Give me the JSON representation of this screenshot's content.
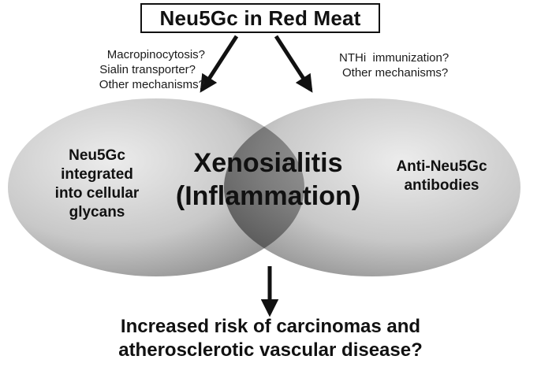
{
  "title": "Neu5Gc in Red Meat",
  "left_notes": [
    "Macropinocytosis?",
    "Sialin transporter?",
    "Other mechanisms?"
  ],
  "right_notes": [
    "NTHi  immunization?",
    "Other mechanisms?"
  ],
  "left_circle_lines": [
    "Neu5Gc",
    "integrated",
    "into cellular",
    "glycans"
  ],
  "center_lines": [
    "Xenosialitis",
    "(Inflammation)"
  ],
  "right_circle_lines": [
    "Anti-Neu5Gc",
    "antibodies"
  ],
  "outcome_lines": [
    "Increased risk of carcinomas and",
    "atherosclerotic vascular disease?"
  ],
  "colors": {
    "ellipse_light": "#dcdcdc",
    "ellipse_dark": "#8f8f8f",
    "overlap_light": "#9a9a9a",
    "overlap_dark": "#5a5a5a",
    "arrow": "#111111"
  }
}
